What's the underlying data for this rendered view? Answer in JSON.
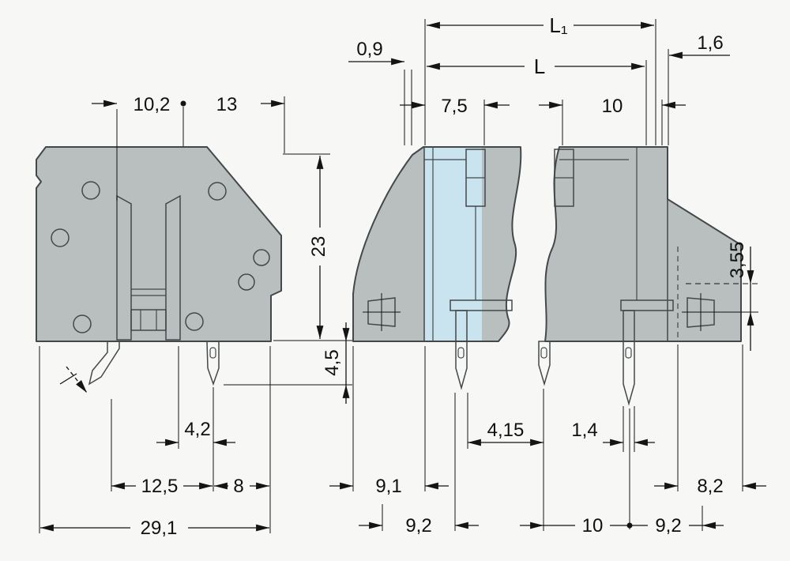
{
  "drawing": {
    "background": "#f7f8f6",
    "colors": {
      "body": "#b9bebf",
      "highlight": "#c9e3ef",
      "pin": "#e5a35f",
      "hole": "#fafbfb",
      "line": "#43484a",
      "dim": "#141414"
    },
    "front_view": {
      "dims": {
        "width_inner": "10,2",
        "width_upper": "13",
        "body_height": "23",
        "pin_length": "4,5",
        "pin_offset": "4,2",
        "pin_spacing": "12,5",
        "edge_offset": "8",
        "total_width": "29,1"
      }
    },
    "side_view": {
      "dims": {
        "length_l1": "L₁",
        "length_l": "L",
        "front_lip": "0,9",
        "rear_lip": "1,6",
        "opening_width": "7,5",
        "pole_pitch": "10",
        "rear_height": "3,55",
        "pin_gap": "4,15",
        "pin_width": "1,4",
        "front_depth": "9,1",
        "front_pin_depth": "9,2",
        "rear_depth": "8,2",
        "bottom_pitch": "10",
        "rear_pin_depth": "9,2"
      }
    }
  }
}
